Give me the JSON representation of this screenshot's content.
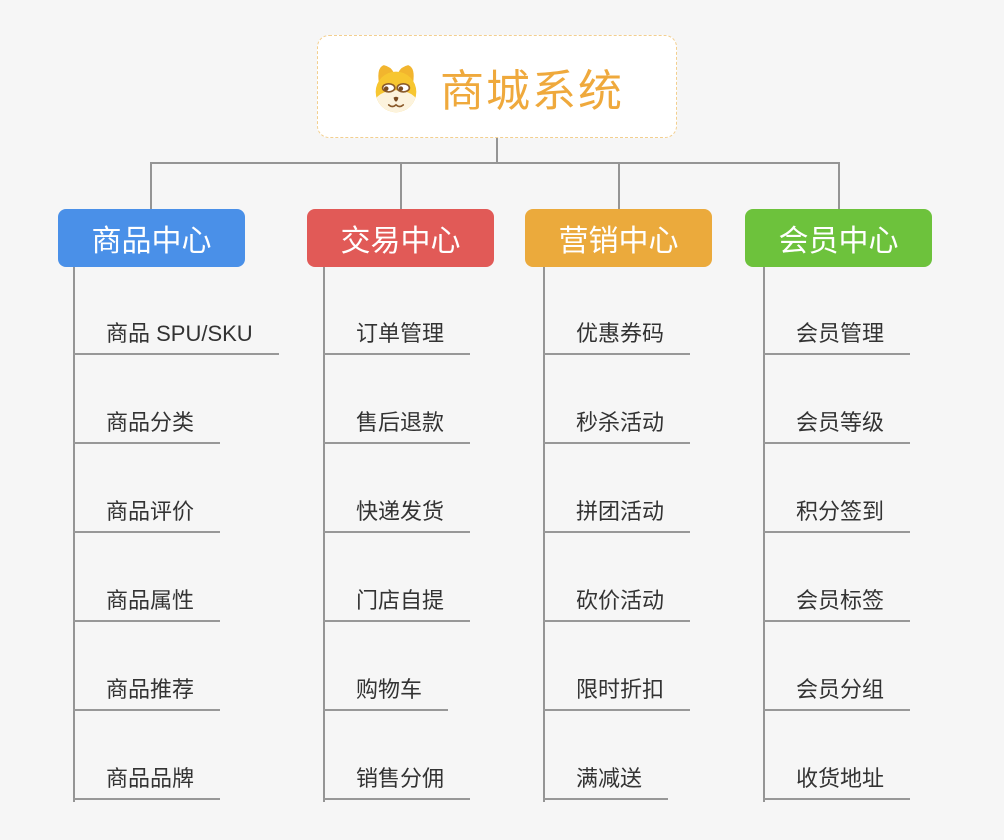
{
  "root": {
    "title": "商城系统",
    "icon": "dog-face-icon"
  },
  "branches": [
    {
      "label": "商品中心",
      "color": "#4a90e8",
      "items": [
        "商品 SPU/SKU",
        "商品分类",
        "商品评价",
        "商品属性",
        "商品推荐",
        "商品品牌"
      ]
    },
    {
      "label": "交易中心",
      "color": "#e15a57",
      "items": [
        "订单管理",
        "售后退款",
        "快递发货",
        "门店自提",
        "购物车",
        "销售分佣"
      ]
    },
    {
      "label": "营销中心",
      "color": "#ebaa3c",
      "items": [
        "优惠券码",
        "秒杀活动",
        "拼团活动",
        "砍价活动",
        "限时折扣",
        "满减送"
      ]
    },
    {
      "label": "会员中心",
      "color": "#6dc23c",
      "items": [
        "会员管理",
        "会员等级",
        "积分签到",
        "会员标签",
        "会员分组",
        "收货地址"
      ]
    }
  ],
  "style": {
    "title_color": "#efa93c",
    "root_border_color": "#f3cf8f",
    "connector_color": "#959595",
    "item_text_color": "#333333",
    "background": "#f6f6f6"
  }
}
